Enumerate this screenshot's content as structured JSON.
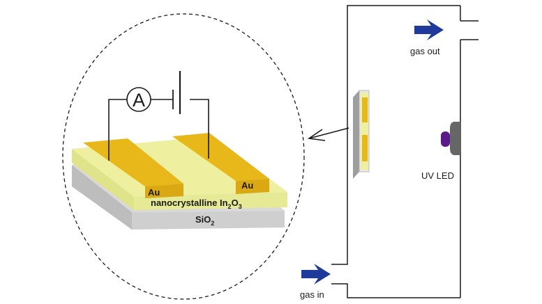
{
  "labels": {
    "gas_out": "gas out",
    "gas_in": "gas in",
    "uv_led": "UV LED",
    "ammeter": "A",
    "au_left": "Au",
    "au_right": "Au",
    "layer_text": "nanocrystalline In",
    "layer_sub1": "2",
    "layer_mid": "O",
    "layer_sub2": "3",
    "substrate_text": "SiO",
    "substrate_sub": "2"
  },
  "colors": {
    "gold": "#e8b81a",
    "gold_dark": "#c99a10",
    "oxide_layer": "#eef0a0",
    "oxide_side": "#dfe38a",
    "substrate_top": "#d9d9d9",
    "substrate_side": "#bdbdbd",
    "gas_arrow": "#1f3a9a",
    "led_body": "#666666",
    "led_emitter": "#5a1a8a",
    "line": "#1a1a1a"
  },
  "icons": {
    "gas_arrow": "blue-arrow-icon",
    "ammeter": "ammeter-icon",
    "battery": "battery-icon",
    "led": "uv-led-icon",
    "pointer": "pointer-arrow-icon"
  }
}
